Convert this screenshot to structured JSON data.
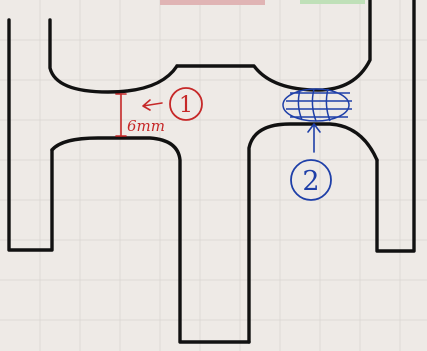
{
  "annotations": {
    "marker_1": {
      "number": "1",
      "text": "6mm",
      "color": "#c62828"
    },
    "marker_2": {
      "number": "2",
      "color": "#1e3fa8"
    }
  },
  "colors": {
    "paper": "#eeeae6",
    "grid": "#d9d4d0",
    "ink": "#111111",
    "top_strip_red": "#e0b4b4",
    "top_strip_green": "#bfe0b8"
  }
}
